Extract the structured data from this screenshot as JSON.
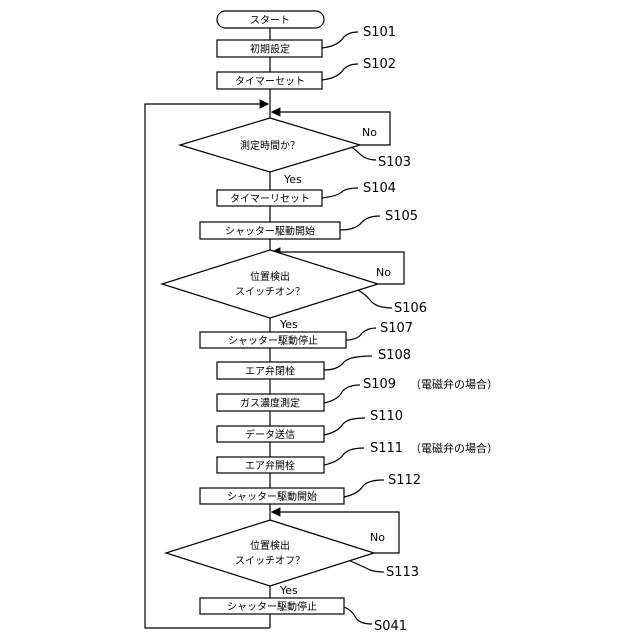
{
  "start": "スタート",
  "steps": {
    "s101": {
      "text": "初期設定",
      "label": "S101"
    },
    "s102": {
      "text": "タイマーセット",
      "label": "S102"
    },
    "s103": {
      "line1": "測定時間か？",
      "label": "S103",
      "no": "No",
      "yes": "Yes"
    },
    "s104": {
      "text": "タイマーリセット",
      "label": "S104"
    },
    "s105": {
      "text": "シャッター駆動開始",
      "label": "S105"
    },
    "s106": {
      "line1": "位置検出",
      "line2": "スイッチオン？",
      "label": "S106",
      "no": "No",
      "yes": "Yes"
    },
    "s107": {
      "text": "シャッター駆動停止",
      "label": "S107"
    },
    "s108": {
      "text": "エア弁閉栓",
      "label": "S108"
    },
    "s109": {
      "text": "ガス濃度測定",
      "label": "S109",
      "note": "（電磁弁の場合）"
    },
    "s110": {
      "text": "データ送信",
      "label": "S110"
    },
    "s111": {
      "text": "エア弁開栓",
      "label": "S111",
      "note": "（電磁弁の場合）"
    },
    "s112": {
      "text": "シャッター駆動開始",
      "label": "S112"
    },
    "s113": {
      "line1": "位置検出",
      "line2": "スイッチオフ？",
      "label": "S113",
      "no": "No",
      "yes": "Yes"
    },
    "s041": {
      "text": "シャッター駆動停止",
      "label": "S041"
    }
  }
}
